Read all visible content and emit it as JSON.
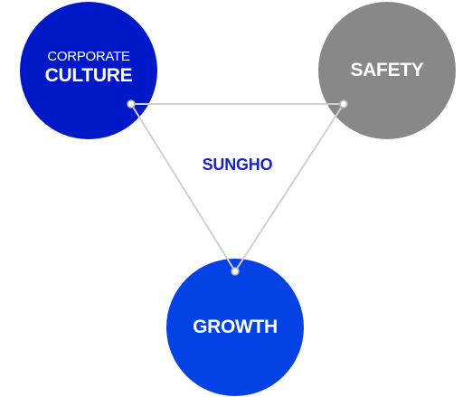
{
  "diagram": {
    "center": {
      "label": "SUNGHO"
    },
    "nodes": {
      "culture": {
        "line1": "CORPORATE",
        "line2": "CULTURE"
      },
      "safety": {
        "label": "SAFETY"
      },
      "growth": {
        "label": "GROWTH"
      }
    }
  },
  "colors": {
    "culture": "#0019c8",
    "safety": "#888888",
    "growth": "#0442e6",
    "center_text": "#1a23c4",
    "connector": "#d0d0d0",
    "dot_fill": "#ffffff",
    "dot_stroke": "#b5b5b5"
  }
}
